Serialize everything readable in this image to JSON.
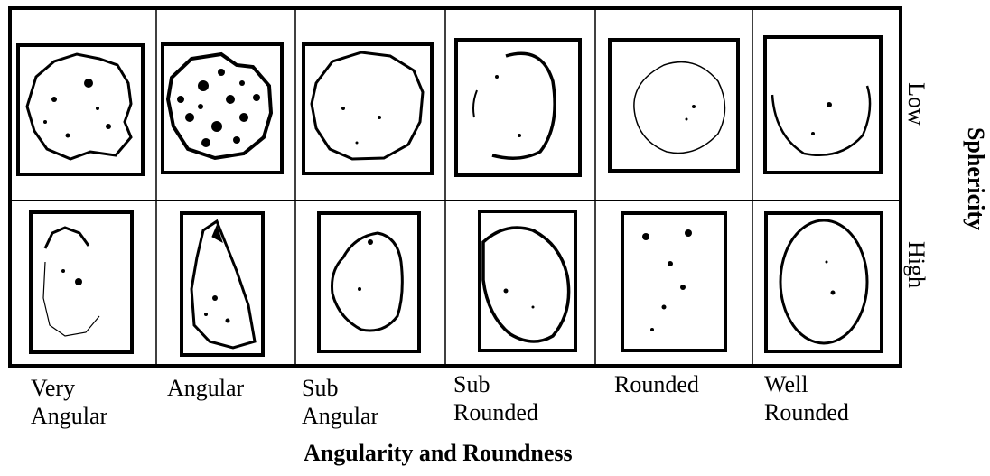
{
  "columns": [
    {
      "line1": "Very",
      "line2": "Angular"
    },
    {
      "line1": "Angular",
      "line2": ""
    },
    {
      "line1": "Sub",
      "line2": "Angular"
    },
    {
      "line1": "Sub",
      "line2": "Rounded"
    },
    {
      "line1": "Rounded",
      "line2": ""
    },
    {
      "line1": "Well",
      "line2": "Rounded"
    }
  ],
  "rows": [
    {
      "label": "Low"
    },
    {
      "label": "High"
    }
  ],
  "x_axis_title": "Angularity and Roundness",
  "y_axis_title": "Sphericity",
  "colors": {
    "line": "#000000",
    "background": "#ffffff"
  }
}
